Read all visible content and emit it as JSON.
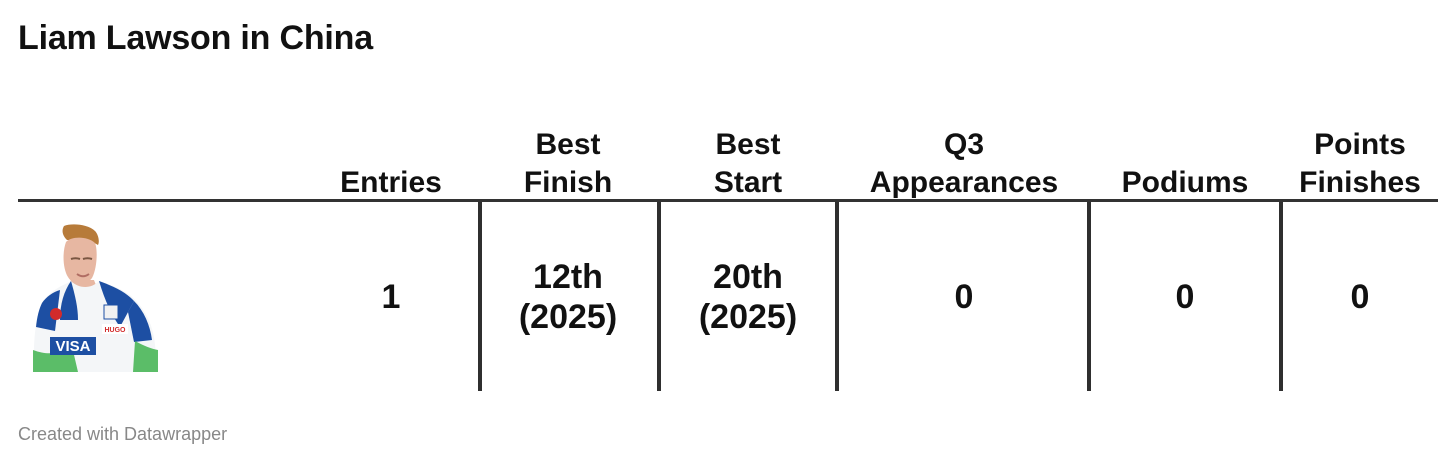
{
  "title": "Liam Lawson in China",
  "footer": "Created with Datawrapper",
  "headers": {
    "entries": "Entries",
    "best_finish": "Best\nFinish",
    "best_start": "Best\nStart",
    "q3_appearances": "Q3\nAppearances",
    "podiums": "Podiums",
    "points_finishes": "Points\nFinishes"
  },
  "row": {
    "entries": "1",
    "best_finish": "12th\n(2025)",
    "best_start": "20th\n(2025)",
    "q3_appearances": "0",
    "podiums": "0",
    "points_finishes": "0"
  },
  "chart_data": {
    "type": "table",
    "title": "Liam Lawson in China",
    "columns": [
      "Entries",
      "Best Finish",
      "Best Start",
      "Q3 Appearances",
      "Podiums",
      "Points Finishes"
    ],
    "rows": [
      [
        "1",
        "12th (2025)",
        "20th (2025)",
        "0",
        "0",
        "0"
      ]
    ]
  },
  "colors": {
    "text": "#111111",
    "rule": "#333333",
    "footer": "#888888",
    "suit_white": "#f4f6f8",
    "suit_blue": "#1d4fa3",
    "suit_green": "#3fb34f",
    "hair": "#b77b3a",
    "skin": "#e7b7a2"
  },
  "icons": {
    "driver_photo": "driver-photo-icon"
  }
}
